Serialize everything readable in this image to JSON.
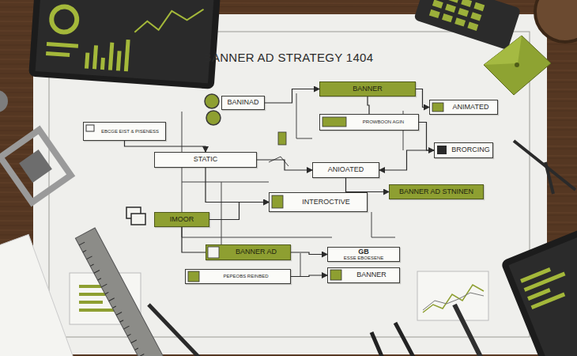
{
  "diagram": {
    "title": "BANNER AD STRATEGY 1404",
    "nodes": [
      {
        "text": [
          "BANNER"
        ]
      },
      {
        "text": [
          "BANINAD"
        ]
      },
      {
        "text": [
          "ANIMATED"
        ]
      },
      {
        "text": [
          "EBCGE EIST & PISENESS"
        ]
      },
      {
        "text": [
          "PROWBOON AGIN"
        ]
      },
      {
        "text": [
          "BRORCING"
        ]
      },
      {
        "text": [
          "STATIC"
        ]
      },
      {
        "text": [
          "ANIOATED"
        ]
      },
      {
        "text": [
          "BANNER AD STNINEN"
        ]
      },
      {
        "text": [
          "INTEROCTIVE"
        ]
      },
      {
        "text": [
          "IMOOR"
        ]
      },
      {
        "text": [
          "BANNER AD"
        ]
      },
      {
        "text": [
          "GB",
          "ESSE EBOESENE"
        ]
      },
      {
        "text": [
          "PEPEOBS REINBED"
        ]
      },
      {
        "text": [
          "BANNER"
        ]
      }
    ],
    "edges": [
      {
        "from": 1,
        "to": 0,
        "arrow": "to"
      },
      {
        "from": 0,
        "to": 2,
        "arrow": "to"
      },
      {
        "from": 0,
        "to": 4,
        "arrow": "none"
      },
      {
        "from": 4,
        "to": 5,
        "arrow": "to"
      },
      {
        "from": 3,
        "to": 6,
        "arrow": "to"
      },
      {
        "from": 6,
        "to": 7,
        "arrow": "to"
      },
      {
        "from": 5,
        "to": 7,
        "arrow": "to"
      },
      {
        "from": 7,
        "to": 8,
        "arrow": "to"
      },
      {
        "from": 6,
        "to": 9,
        "arrow": "to"
      },
      {
        "from": 10,
        "to": 9,
        "arrow": "to"
      },
      {
        "from": 11,
        "to": 12,
        "arrow": "to"
      },
      {
        "from": 13,
        "to": 14,
        "arrow": "to"
      },
      {
        "from": 10,
        "to": 11,
        "arrow": "none"
      }
    ]
  }
}
